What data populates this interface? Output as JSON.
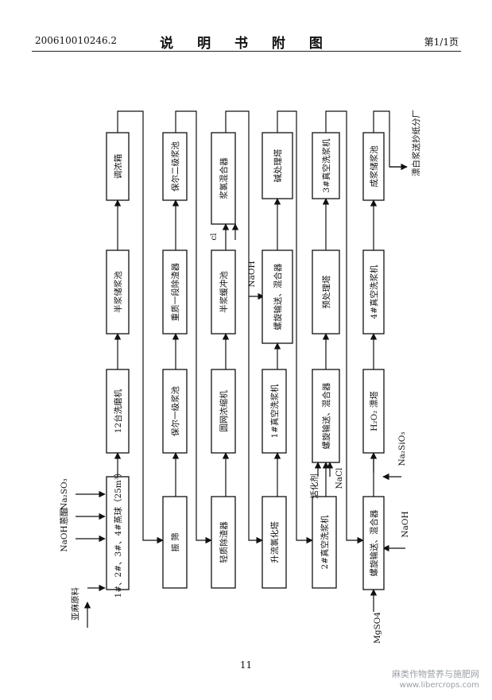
{
  "header": {
    "patent_no": "200610010246.2",
    "title": "说 明 书 附 图",
    "page": "第1/1页"
  },
  "flow": {
    "boxes": [
      {
        "id": "b1",
        "label": "1#、2#、3#、4#蒸球（25m³）"
      },
      {
        "id": "b2",
        "label": "12台洗磨机"
      },
      {
        "id": "b3",
        "label": "半浆储浆池"
      },
      {
        "id": "b4",
        "label": "调浓箱"
      },
      {
        "id": "b5",
        "label": "振 筛"
      },
      {
        "id": "b6",
        "label": "保尔一级浆池"
      },
      {
        "id": "b7",
        "label": "重质一段除渣器"
      },
      {
        "id": "b8",
        "label": "保尔二级浆池"
      },
      {
        "id": "b9",
        "label": "轻质除渣器"
      },
      {
        "id": "b10",
        "label": "圆网浓缩机"
      },
      {
        "id": "b11",
        "label": "半浆缓冲池"
      },
      {
        "id": "b12",
        "label": "浆氯混合器"
      },
      {
        "id": "b13",
        "label": "升流氯化塔"
      },
      {
        "id": "b14",
        "label": "1#真空洗浆机"
      },
      {
        "id": "b15",
        "label": "螺旋输送、混合器"
      },
      {
        "id": "b16",
        "label": "碱处理塔"
      },
      {
        "id": "b17",
        "label": "2#真空洗浆机"
      },
      {
        "id": "b18",
        "label": "螺旋输送、混合器"
      },
      {
        "id": "b19",
        "label": "预处理塔"
      },
      {
        "id": "b20",
        "label": "3#真空洗浆机"
      },
      {
        "id": "b21",
        "label": "螺旋输送、混合器"
      },
      {
        "id": "b22",
        "label": "H₂O₂ 漂塔"
      },
      {
        "id": "b23",
        "label": "4#真空洗浆机"
      },
      {
        "id": "b24",
        "label": "成浆储浆池"
      }
    ],
    "inputs": {
      "raw": "亚麻原料",
      "naoh": "NaOH",
      "anthraquinone": "蒽醌",
      "na2so3": "Na₂SO₃",
      "cl": "cl",
      "naoh2": "NaOH",
      "activator": "活化剂",
      "nacl": "NaCl",
      "na2sio3": "Na₂SiO₃",
      "naoh3": "NaOH",
      "mgso4": "MgSO4"
    },
    "output": "漂白浆送抄纸分厂"
  },
  "footer": {
    "page_number": "11",
    "watermark_cn": "麻类作物营养与施肥网",
    "watermark_url": "www.libercrops.com"
  }
}
